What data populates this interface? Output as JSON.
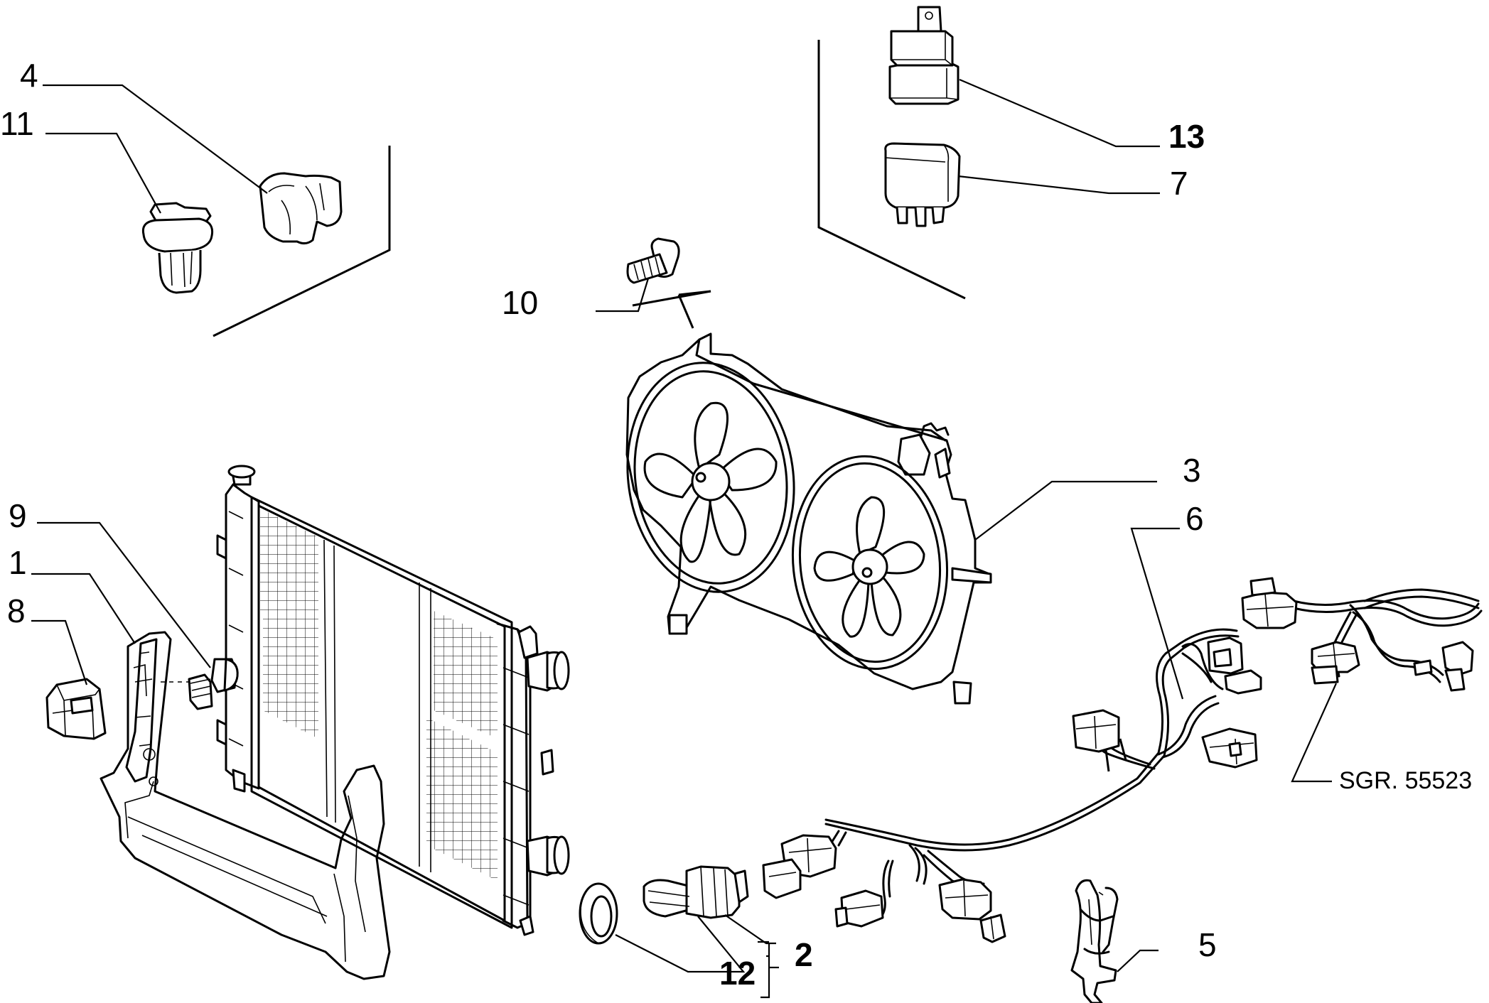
{
  "callouts": {
    "c1": "1",
    "c2": "2",
    "c3": "3",
    "c4": "4",
    "c5": "5",
    "c6": "6",
    "c7": "7",
    "c8": "8",
    "c9": "9",
    "c10": "10",
    "c11": "11",
    "c12": "12",
    "c13": "13"
  },
  "reference_label": "SGR. 55523"
}
